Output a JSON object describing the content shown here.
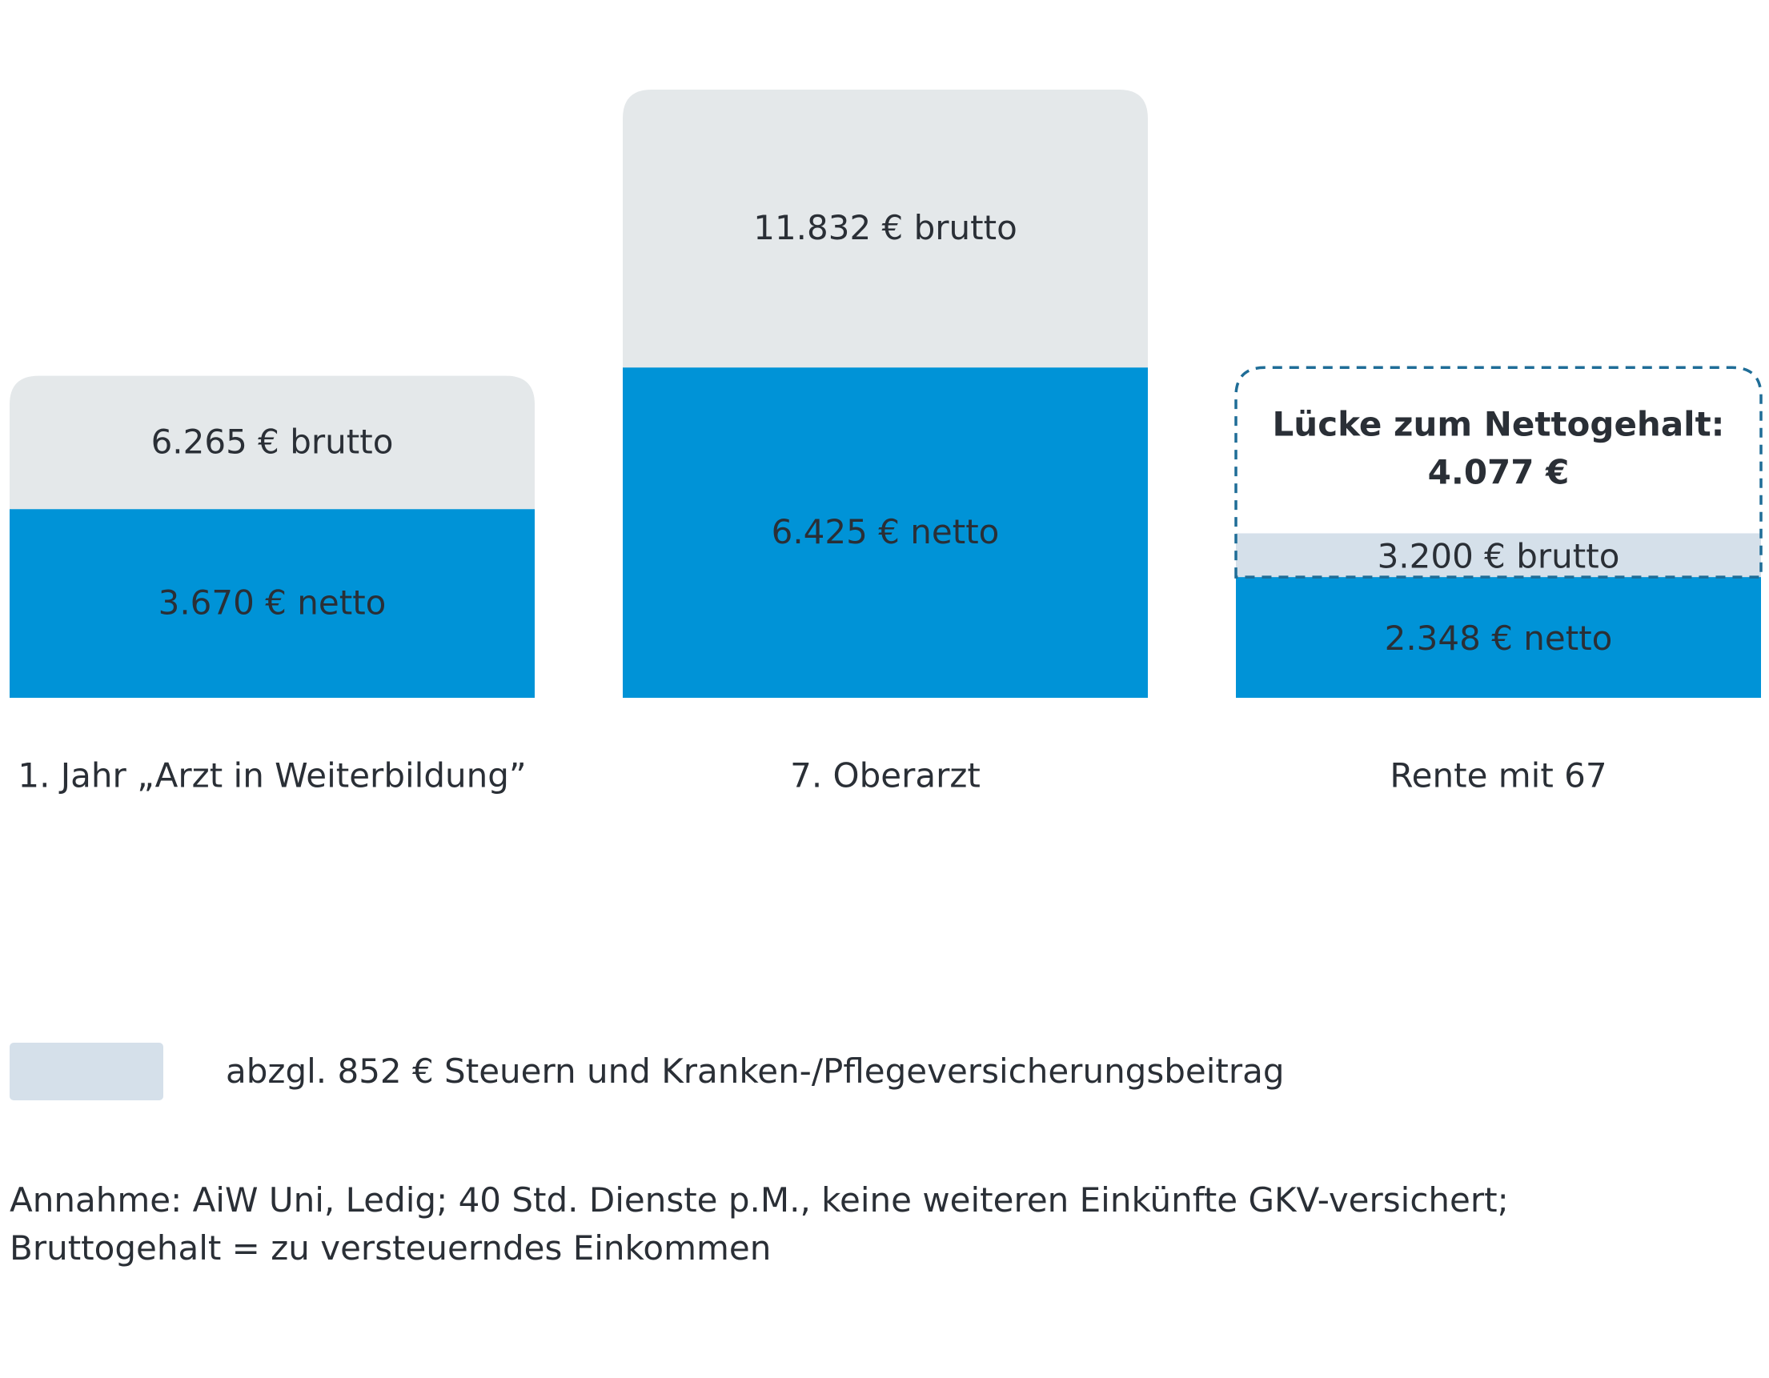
{
  "chart_data": {
    "type": "bar",
    "categories": [
      "1. Jahr „Arzt in Weiterbildung”",
      "7. Oberarzt",
      "Rente mit 67"
    ],
    "series": [
      {
        "values": [
          6265,
          11832,
          3200
        ]
      },
      {
        "values": [
          3670,
          6425,
          2348
        ]
      }
    ],
    "labels": [
      {
        "brutto": "6.265 € brutto",
        "netto": "3.670 € netto"
      },
      {
        "brutto": "11.832 € brutto",
        "netto": "6.425 € netto"
      },
      {
        "brutto": "3.200 € brutto",
        "netto": "2.348 € netto"
      }
    ],
    "gap": {
      "category_index": 2,
      "title": "Lücke zum Nettogehalt:",
      "amount_label": "4.077 €",
      "amount": 4077
    },
    "ylim": [
      0,
      12900
    ],
    "grid": false
  },
  "colors": {
    "brutto": "#e4e8ea",
    "netto": "#0093d7",
    "rente_brutto": "#d5e0ea",
    "gap_border": "#1f6d97",
    "text": "#2a2f36"
  },
  "legend": {
    "label": "abzgl. 852 € Steuern und Kranken-/Pflegeversicherungsbeitrag"
  },
  "note": {
    "line1": "Annahme: AiW Uni, Ledig; 40 Std. Dienste p.M., keine weiteren Einkünfte GKV-versichert;",
    "line2": "Bruttogehalt = zu versteuerndes Einkommen"
  }
}
